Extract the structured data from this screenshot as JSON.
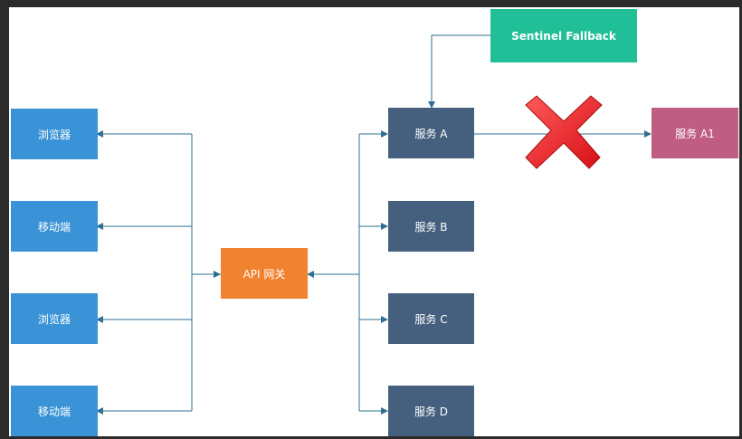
{
  "clients": [
    {
      "label": "浏览器"
    },
    {
      "label": "移动端"
    },
    {
      "label": "浏览器"
    },
    {
      "label": "移动端"
    }
  ],
  "gateway": {
    "label": "API 网关"
  },
  "services": [
    {
      "label": "服务 A"
    },
    {
      "label": "服务 B"
    },
    {
      "label": "服务 C"
    },
    {
      "label": "服务 D"
    }
  ],
  "service_a1": {
    "label": "服务 A1"
  },
  "sentinel": {
    "label": "Sentinel Fallback"
  },
  "colors": {
    "client": "#3a93d6",
    "gateway": "#f08230",
    "service": "#45607e",
    "service_a1": "#c05d82",
    "sentinel": "#20bf98",
    "connector": "#2f6f93",
    "cross": "#ee1c24"
  },
  "icons": {
    "broken_link": "red-cross-icon"
  }
}
